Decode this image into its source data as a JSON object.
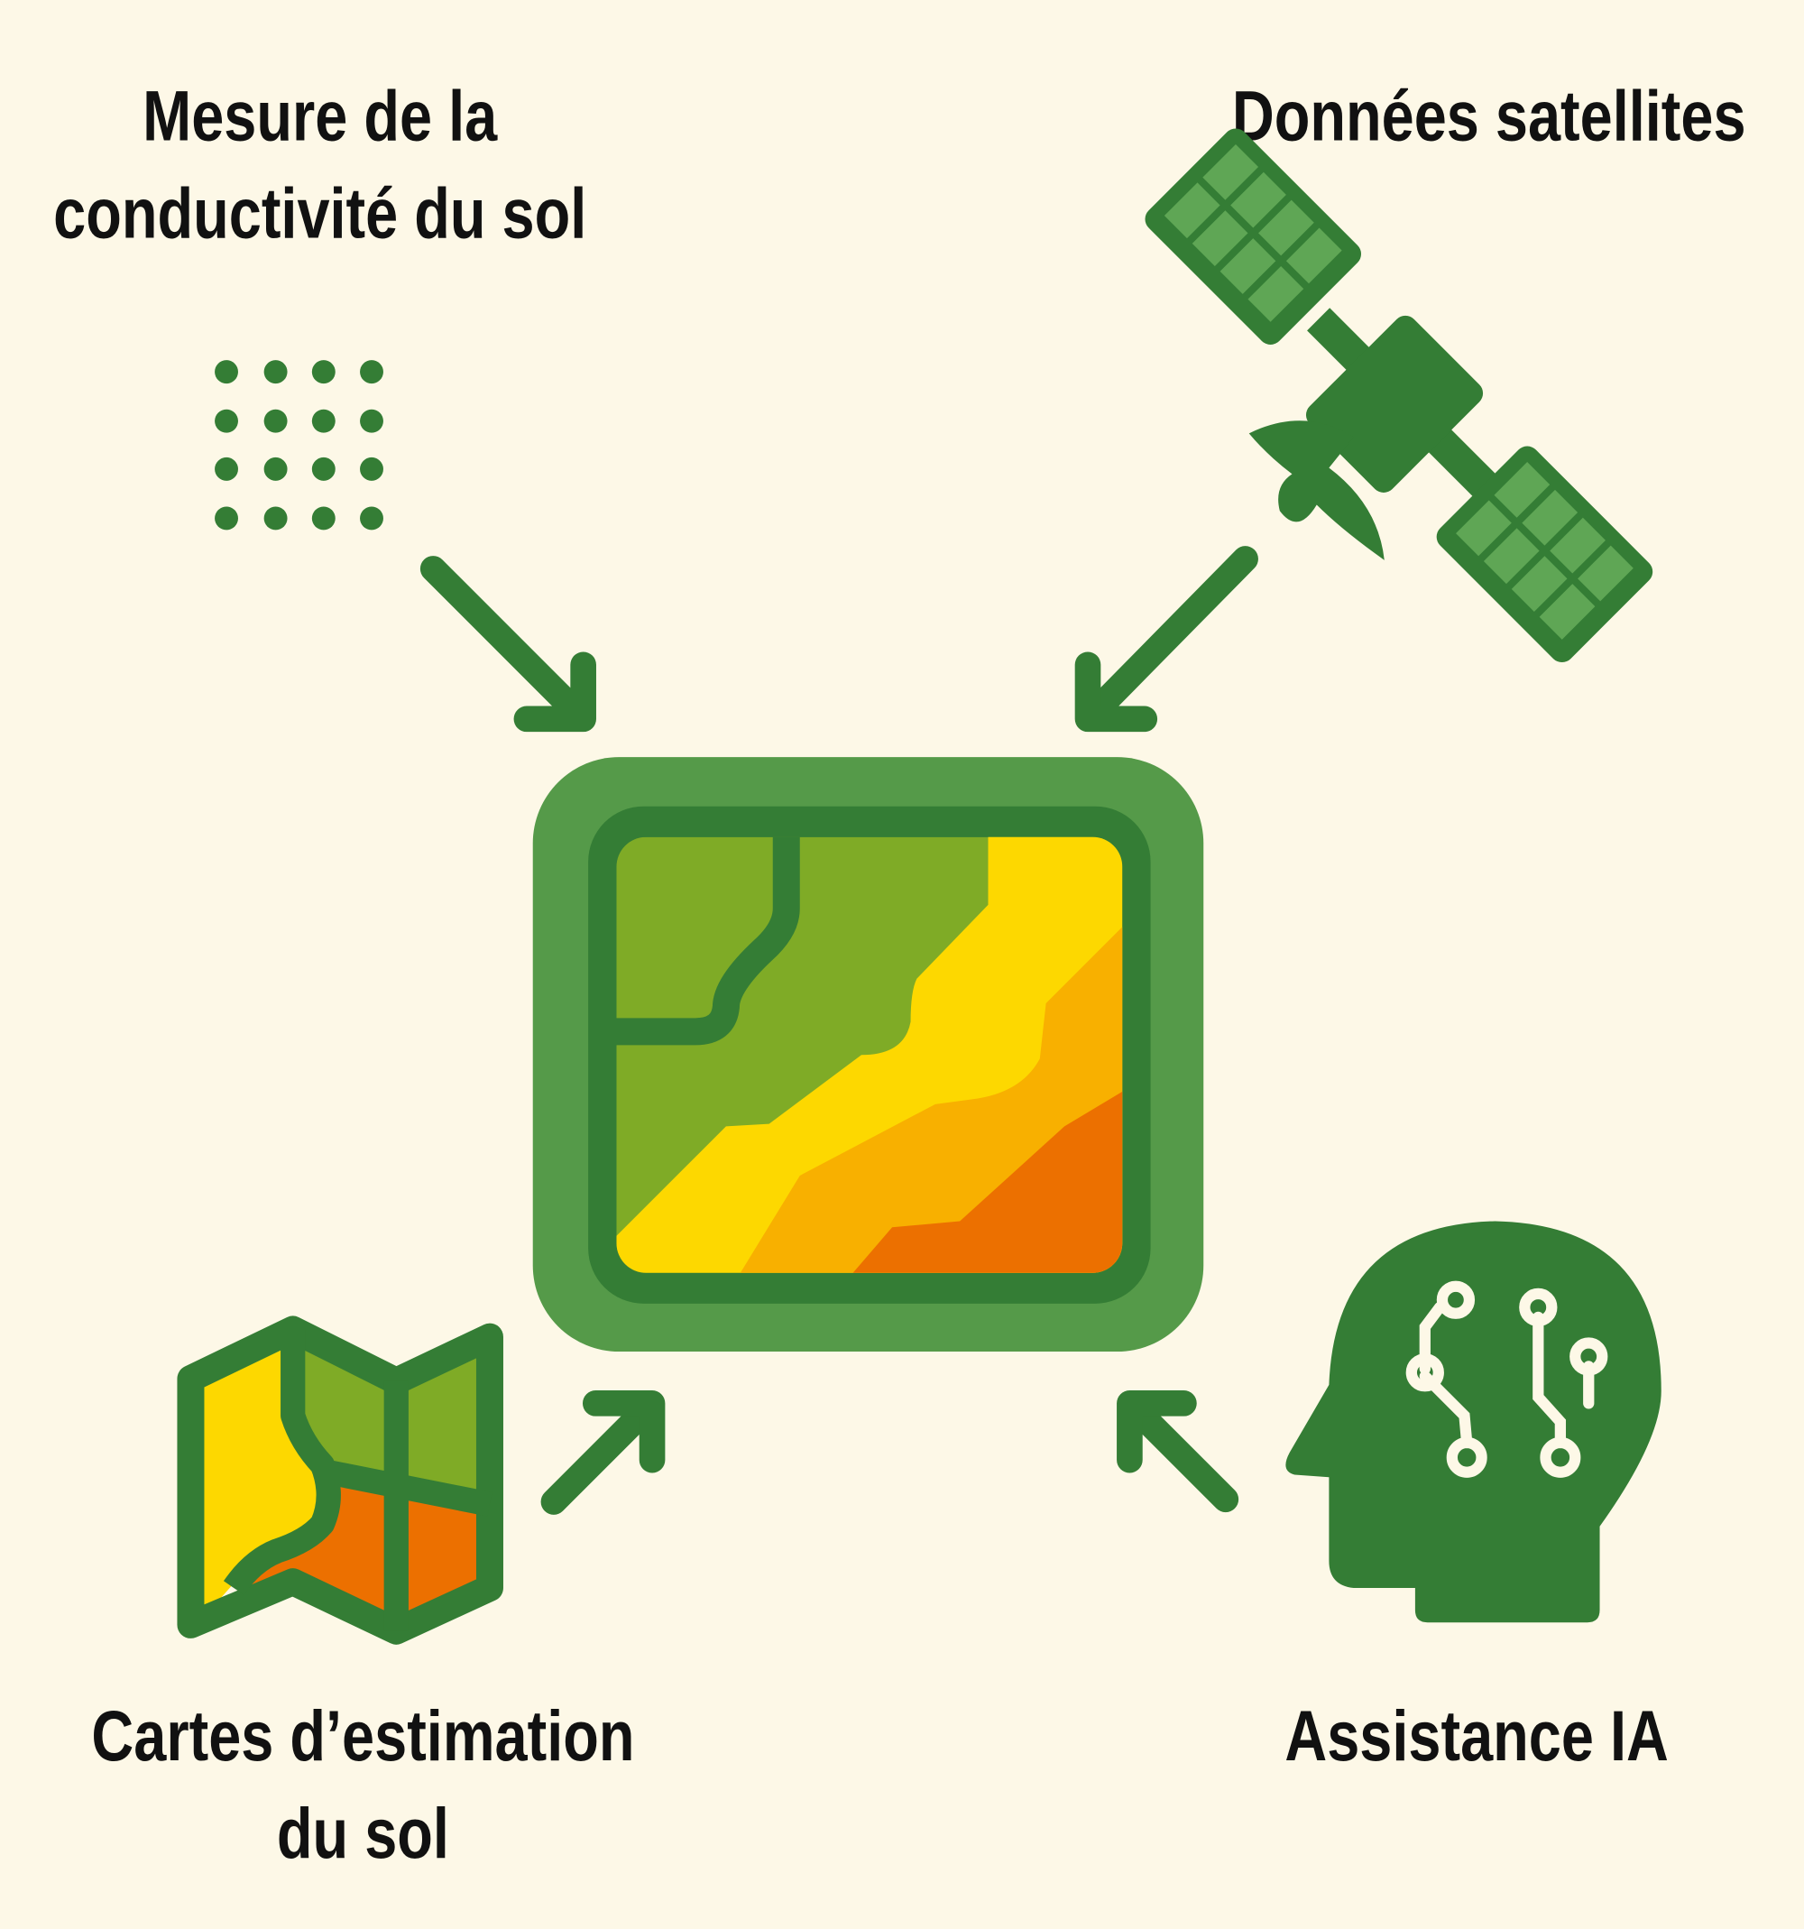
{
  "labels": {
    "soil_conductivity": [
      "Mesure de la",
      "conductivité du sol"
    ],
    "satellite_data": [
      "Données satellites"
    ],
    "soil_maps": [
      "Cartes d’estimation",
      "du sol"
    ],
    "ai_assistance": [
      "Assistance IA"
    ]
  },
  "colors": {
    "background": "#fdf8e7",
    "dark_green": "#347d35",
    "mid_green": "#559a49",
    "light_green": "#7fab26",
    "yellow": "#fdd800",
    "amber": "#f8b000",
    "orange": "#ec7000",
    "panel_cell": "#5fa655",
    "circuit": "#fdf8e7"
  },
  "icons": [
    "dot-grid-icon",
    "satellite-icon",
    "soil-zone-map-icon",
    "folded-map-icon",
    "ai-head-icon",
    "arrow-icon"
  ]
}
